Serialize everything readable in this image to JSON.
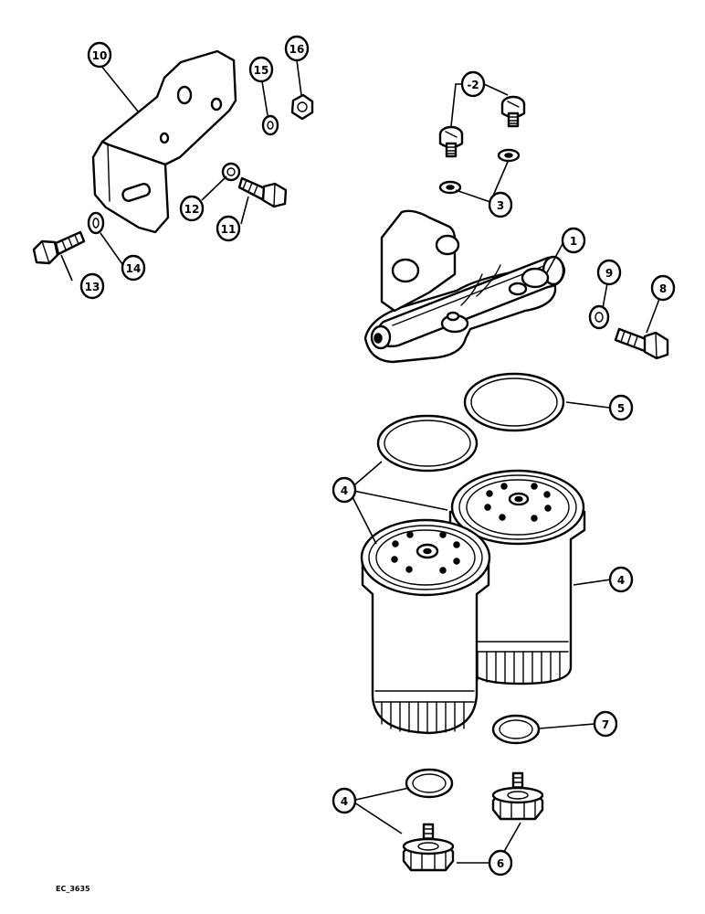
{
  "figure": {
    "reference_code": "EC_3635"
  },
  "callouts": [
    {
      "id": "c1",
      "label": "1"
    },
    {
      "id": "c2",
      "label": "-2"
    },
    {
      "id": "c3",
      "label": "3"
    },
    {
      "id": "c4a",
      "label": "4"
    },
    {
      "id": "c4b",
      "label": "4"
    },
    {
      "id": "c4c",
      "label": "4"
    },
    {
      "id": "c5",
      "label": "5"
    },
    {
      "id": "c6",
      "label": "6"
    },
    {
      "id": "c7",
      "label": "7"
    },
    {
      "id": "c8",
      "label": "8"
    },
    {
      "id": "c9",
      "label": "9"
    },
    {
      "id": "c10",
      "label": "10"
    },
    {
      "id": "c11",
      "label": "11"
    },
    {
      "id": "c12",
      "label": "12"
    },
    {
      "id": "c13",
      "label": "13"
    },
    {
      "id": "c14",
      "label": "14"
    },
    {
      "id": "c15",
      "label": "15"
    },
    {
      "id": "c16",
      "label": "16"
    }
  ]
}
